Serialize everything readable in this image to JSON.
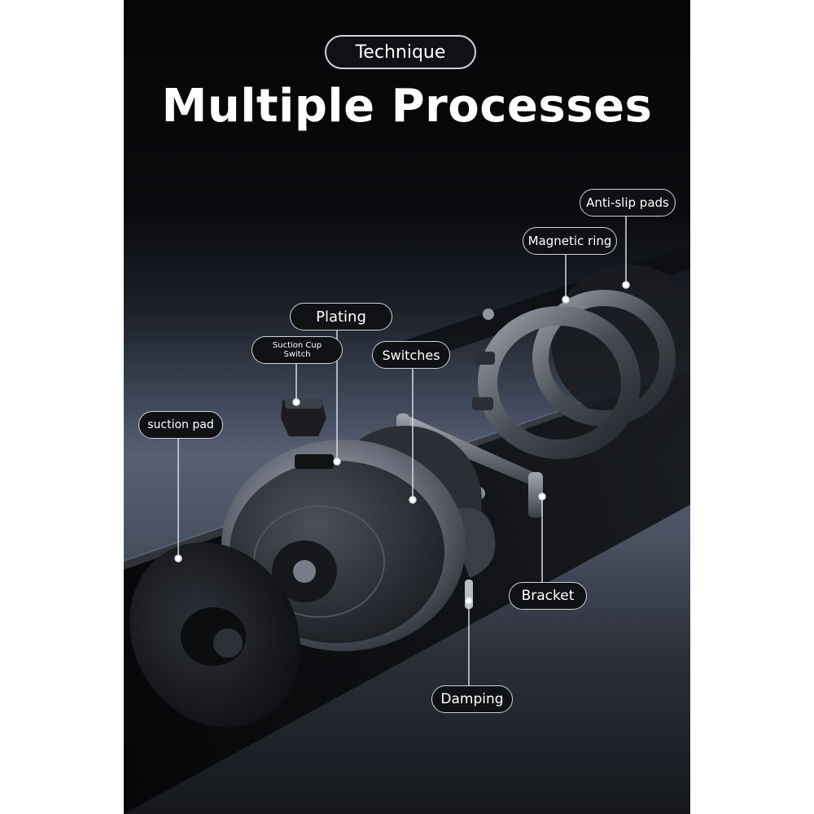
{
  "header": {
    "tag": "Technique",
    "headline": "Multiple Processes"
  },
  "callouts": {
    "anti_slip_pads": "Anti-slip pads",
    "magnetic_ring": "Magnetic ring",
    "plating": "Plating",
    "suction_cup_switch_line1": "Suction Cup",
    "suction_cup_switch_line2": "Switch",
    "switches": "Switches",
    "suction_pad": "suction pad",
    "bracket": "Bracket",
    "damping": "Damping"
  },
  "colors": {
    "pill_border": "#cfd3d8",
    "pill_fill": "#101114",
    "text": "#ffffff",
    "metal_dark": "#2a2d33",
    "metal_light": "#8c929c"
  }
}
